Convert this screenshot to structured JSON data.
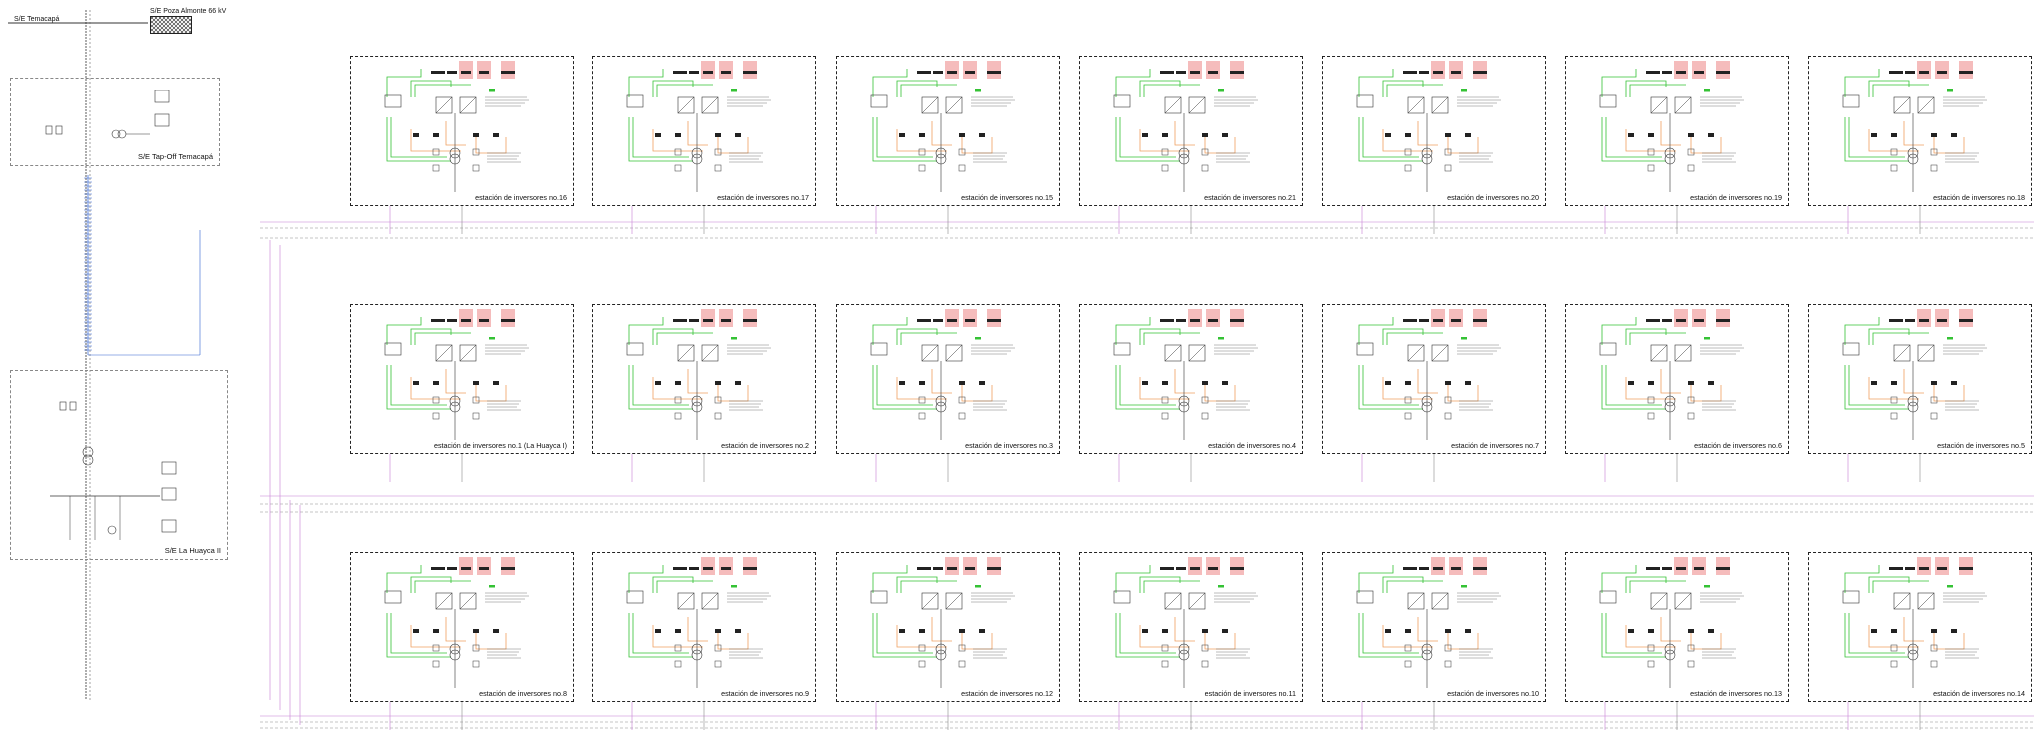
{
  "substation_top": {
    "left_label": "S/E Temacapá",
    "right_label": "S/E Poza Almonte 66 kV"
  },
  "substation_tapoff": {
    "label": "S/E Tap-Off Temacapá"
  },
  "substation_huayca": {
    "label": "S/E La Huayca II"
  },
  "stations": [
    {
      "name": "estación de inversores no.16"
    },
    {
      "name": "estación de inversores no.17"
    },
    {
      "name": "estación de inversores no.15"
    },
    {
      "name": "estación de inversores no.21"
    },
    {
      "name": "estación de inversores no.20"
    },
    {
      "name": "estación de inversores no.19"
    },
    {
      "name": "estación de inversores no.18"
    },
    {
      "name": "estación de inversores no.1 (La Huayca I)"
    },
    {
      "name": "estación de inversores no.2"
    },
    {
      "name": "estación de inversores no.3"
    },
    {
      "name": "estación de inversores no.4"
    },
    {
      "name": "estación de inversores no.7"
    },
    {
      "name": "estación de inversores no.6"
    },
    {
      "name": "estación de inversores no.5"
    },
    {
      "name": "estación de inversores no.8"
    },
    {
      "name": "estación de inversores no.9"
    },
    {
      "name": "estación de inversores no.12"
    },
    {
      "name": "estación de inversores no.11"
    },
    {
      "name": "estación de inversores no.10"
    },
    {
      "name": "estación de inversores no.13"
    },
    {
      "name": "estación de inversores no.14"
    }
  ],
  "colors": {
    "green": "#34c234",
    "orange": "#f0a060",
    "purple": "#c67fd6",
    "pv_red": "#f5bcbc",
    "blue": "#3060d0",
    "gray": "#8a8a8a"
  }
}
